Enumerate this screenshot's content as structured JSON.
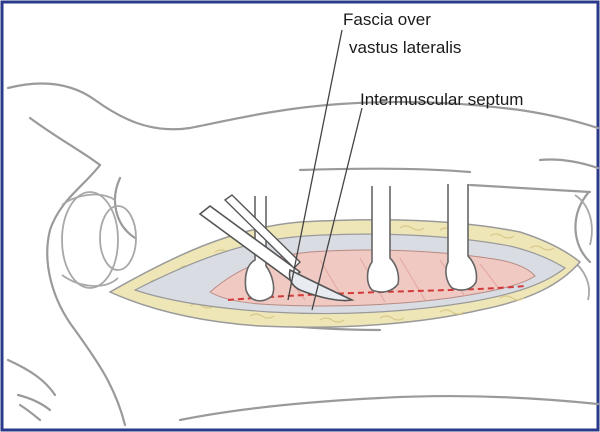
{
  "labels": {
    "fascia_line1": "Fascia over",
    "fascia_line2": "vastus lateralis",
    "septum": "Intermuscular septum"
  },
  "colors": {
    "outline": "#9a9a9a",
    "frame": "#2a3a8a",
    "muscle": "#f1c9c3",
    "muscle_stripe": "#e2a9a2",
    "fat": "#efe6b8",
    "fat_lobule": "#d8c98a",
    "fascia": "#d9dde3",
    "incision": "#d23a3a",
    "leader": "#444444"
  },
  "icons": [
    "scalpel-icon",
    "retractor-icon"
  ]
}
